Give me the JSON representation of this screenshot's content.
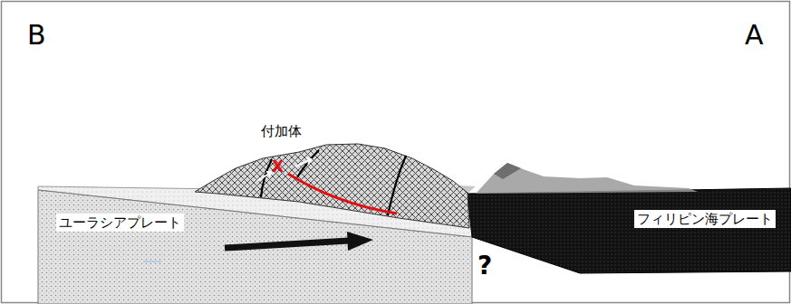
{
  "diagram": {
    "nodes": [
      {
        "text": [
          "付加体"
        ]
      },
      {
        "text": [
          "ユーラシアプレート"
        ]
      },
      {
        "text": [
          "フィリピン海プレート"
        ]
      }
    ],
    "labels": [
      "B",
      "A",
      "X",
      "?"
    ]
  }
}
